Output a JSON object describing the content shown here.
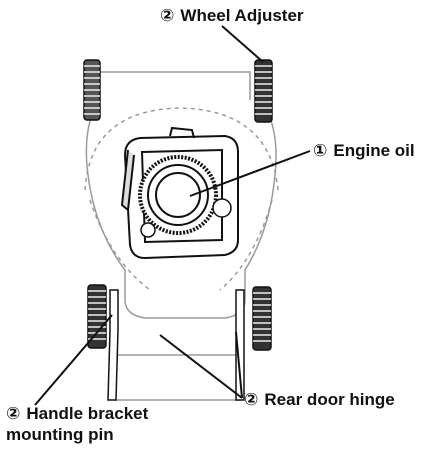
{
  "callouts": {
    "wheel_adjuster": {
      "number": "②",
      "label": "Wheel Adjuster"
    },
    "engine_oil": {
      "number": "①",
      "label": "Engine oil"
    },
    "rear_door_hinge": {
      "number": "②",
      "label": "Rear door hinge"
    },
    "handle_bracket": {
      "number": "②",
      "label_line1": "Handle bracket",
      "label_line2": "mounting pin"
    }
  },
  "colors": {
    "ink": "#111111",
    "light_line": "#9a9a9a",
    "fill_gray": "#d8d8d8",
    "background": "#ffffff"
  }
}
